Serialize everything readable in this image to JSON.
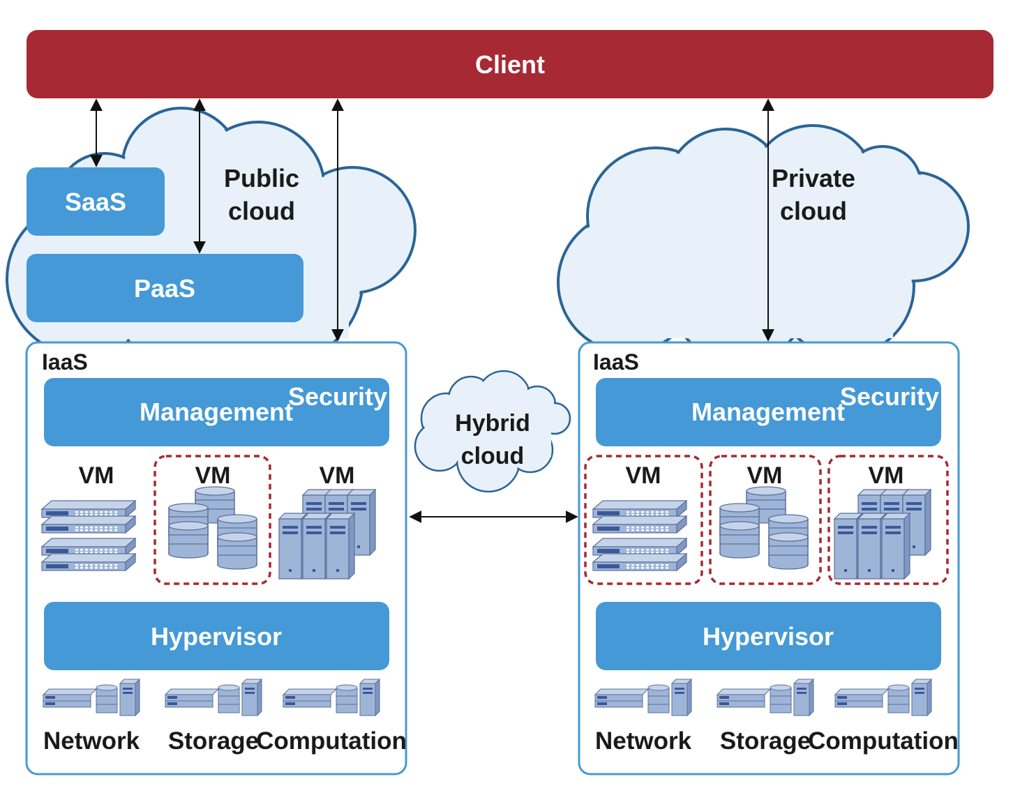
{
  "client": {
    "label": "Client"
  },
  "public_cloud": {
    "title_line1": "Public",
    "title_line2": "cloud",
    "saas_label": "SaaS",
    "paas_label": "PaaS"
  },
  "private_cloud": {
    "title_line1": "Private",
    "title_line2": "cloud"
  },
  "hybrid_cloud": {
    "title_line1": "Hybrid",
    "title_line2": "cloud"
  },
  "left_iaas": {
    "title": "IaaS",
    "management_label": "Management",
    "security_label": "Security",
    "vms": [
      {
        "label": "VM",
        "kind": "network",
        "highlighted": false
      },
      {
        "label": "VM",
        "kind": "storage",
        "highlighted": true
      },
      {
        "label": "VM",
        "kind": "computation",
        "highlighted": false
      }
    ],
    "hypervisor_label": "Hypervisor",
    "resources": [
      "Network",
      "Storage",
      "Computation"
    ]
  },
  "right_iaas": {
    "title": "IaaS",
    "management_label": "Management",
    "security_label": "Security",
    "vms": [
      {
        "label": "VM",
        "kind": "network",
        "highlighted": true
      },
      {
        "label": "VM",
        "kind": "storage",
        "highlighted": true
      },
      {
        "label": "VM",
        "kind": "computation",
        "highlighted": true
      }
    ],
    "hypervisor_label": "Hypervisor",
    "resources": [
      "Network",
      "Storage",
      "Computation"
    ]
  },
  "colors": {
    "client_red": "#a62934",
    "layer_blue": "#4499d6",
    "cloud_fill": "#e8f1f9",
    "cloud_stroke": "#2a6496",
    "box_stroke": "#4499d6",
    "vm_dash_red": "#a62934",
    "device_blue": "#9fb5d8",
    "device_dark": "#4a6aa6"
  }
}
